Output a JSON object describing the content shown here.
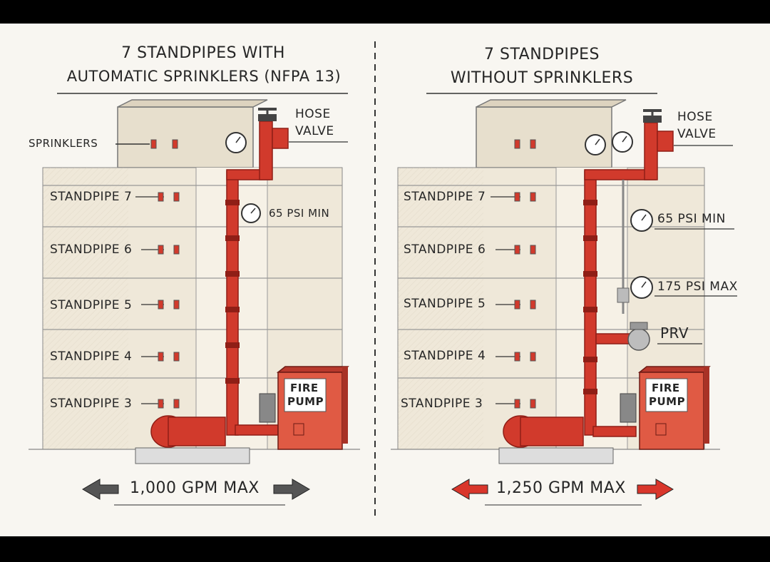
{
  "left_panel": {
    "title_line1": "7 STANDPIPES WITH",
    "title_line2": "AUTOMATIC SPRINKLERS (NFPA 13)",
    "sprinklers_label": "SPRINKLERS",
    "hose_valve_line1": "HOSE",
    "hose_valve_line2": "VALVE",
    "pressure_label": "65 PSI MIN",
    "standpipes": [
      "STANDPIPE 7",
      "STANDPIPE 6",
      "STANDPIPE 5",
      "STANDPIPE 4",
      "STANDPIPE 3"
    ],
    "fire_pump_line1": "FIRE",
    "fire_pump_line2": "PUMP",
    "flow_label": "1,000 GPM MAX",
    "arrow_color": "#555555"
  },
  "right_panel": {
    "title_line1": "7 STANDPIPES",
    "title_line2": "WITHOUT SPRINKLERS",
    "hose_valve_line1": "HOSE",
    "hose_valve_line2": "VALVE",
    "pressure_min_label": "65 PSI MIN",
    "pressure_max_label": "175 PSI MAX",
    "prv_label": "PRV",
    "standpipes": [
      "STANDPIPE 7",
      "STANDPIPE 6",
      "STANDPIPE 5",
      "STANDPIPE 4",
      "STANDPIPE 3"
    ],
    "fire_pump_line1": "FIRE",
    "fire_pump_line2": "PUMP",
    "flow_label": "1,250 GPM MAX",
    "arrow_color": "#d9362b"
  },
  "colors": {
    "pipe": "#d13a2c",
    "pipe_dark": "#8f1e16",
    "building": "#ece5d6",
    "ink": "#262626"
  }
}
